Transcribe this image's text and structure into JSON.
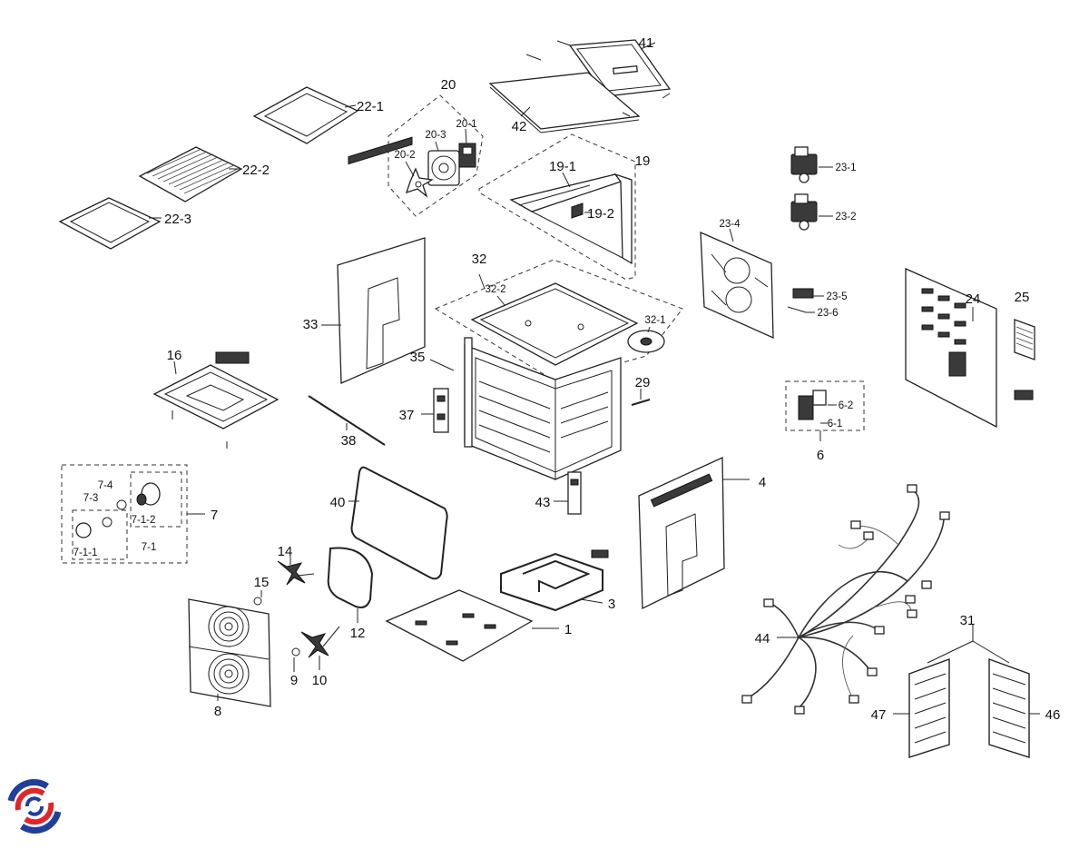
{
  "labels": [
    {
      "id": "p41",
      "text": "41"
    },
    {
      "id": "p42",
      "text": "42"
    },
    {
      "id": "p20",
      "text": "20"
    },
    {
      "id": "p20-1",
      "text": "20-1"
    },
    {
      "id": "p20-2",
      "text": "20-2"
    },
    {
      "id": "p20-3",
      "text": "20-3"
    },
    {
      "id": "p19",
      "text": "19"
    },
    {
      "id": "p19-1",
      "text": "19-1"
    },
    {
      "id": "p19-2",
      "text": "19-2"
    },
    {
      "id": "p22-1",
      "text": "22-1"
    },
    {
      "id": "p22-2",
      "text": "22-2"
    },
    {
      "id": "p22-3",
      "text": "22-3"
    },
    {
      "id": "p23-1",
      "text": "23-1"
    },
    {
      "id": "p23-2",
      "text": "23-2"
    },
    {
      "id": "p23-4",
      "text": "23-4"
    },
    {
      "id": "p23-5",
      "text": "23-5"
    },
    {
      "id": "p23-6",
      "text": "23-6"
    },
    {
      "id": "p24",
      "text": "24"
    },
    {
      "id": "p25",
      "text": "25"
    },
    {
      "id": "p32",
      "text": "32"
    },
    {
      "id": "p32-1",
      "text": "32-1"
    },
    {
      "id": "p32-2",
      "text": "32-2"
    },
    {
      "id": "p33",
      "text": "33"
    },
    {
      "id": "p35",
      "text": "35"
    },
    {
      "id": "p16",
      "text": "16"
    },
    {
      "id": "p37",
      "text": "37"
    },
    {
      "id": "p38",
      "text": "38"
    },
    {
      "id": "p29",
      "text": "29"
    },
    {
      "id": "p6-2",
      "text": "6-2"
    },
    {
      "id": "p6-1",
      "text": "6-1"
    },
    {
      "id": "p6",
      "text": "6"
    },
    {
      "id": "p4",
      "text": "4"
    },
    {
      "id": "p40",
      "text": "40"
    },
    {
      "id": "p43",
      "text": "43"
    },
    {
      "id": "p7",
      "text": "7"
    },
    {
      "id": "p7-1",
      "text": "7-1"
    },
    {
      "id": "p7-1-1",
      "text": "7-1-1"
    },
    {
      "id": "p7-1-2",
      "text": "7-1-2"
    },
    {
      "id": "p7-3",
      "text": "7-3"
    },
    {
      "id": "p7-4",
      "text": "7-4"
    },
    {
      "id": "p14",
      "text": "14"
    },
    {
      "id": "p15",
      "text": "15"
    },
    {
      "id": "p12",
      "text": "12"
    },
    {
      "id": "p3",
      "text": "3"
    },
    {
      "id": "p1",
      "text": "1"
    },
    {
      "id": "p44",
      "text": "44"
    },
    {
      "id": "p31",
      "text": "31"
    },
    {
      "id": "p8",
      "text": "8"
    },
    {
      "id": "p9",
      "text": "9"
    },
    {
      "id": "p10",
      "text": "10"
    },
    {
      "id": "p47",
      "text": "47"
    },
    {
      "id": "p46",
      "text": "46"
    }
  ],
  "colors": {
    "line": "#222222",
    "logo_blue": "#1f3f9a",
    "logo_red": "#e0262b"
  }
}
